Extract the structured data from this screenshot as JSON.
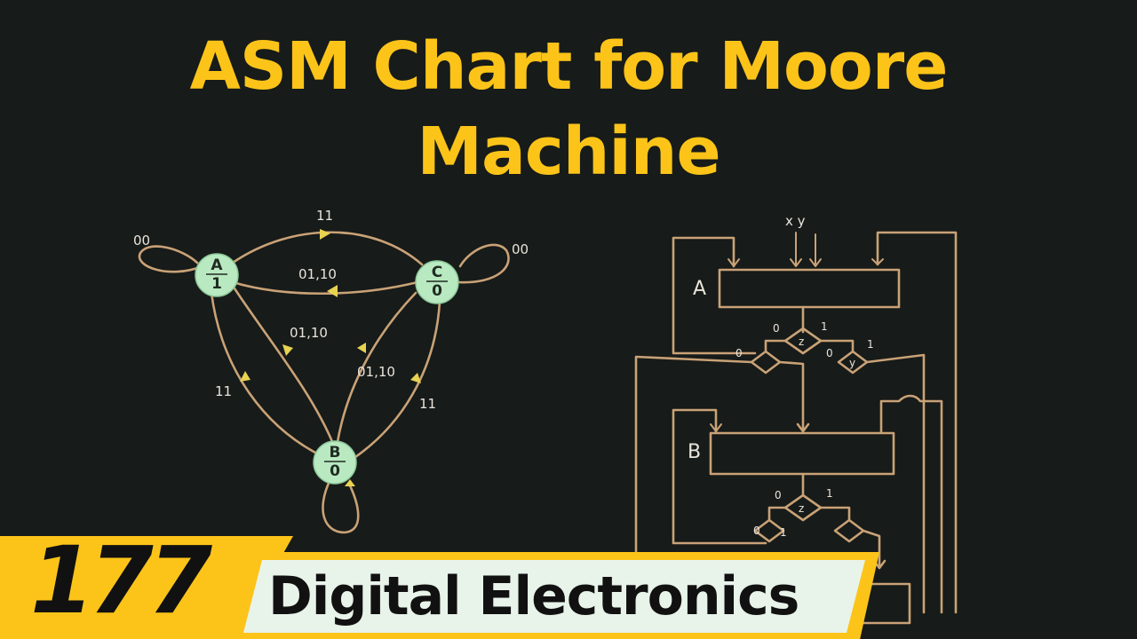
{
  "title": {
    "line1": "ASM Chart for Moore",
    "line2": "Machine"
  },
  "state_diagram": {
    "states": [
      {
        "name": "A",
        "output": "1"
      },
      {
        "name": "C",
        "output": "0"
      },
      {
        "name": "B",
        "output": "0"
      }
    ],
    "labels": {
      "a_self": "00",
      "c_self": "00",
      "a_to_c": "11",
      "c_to_a": "01,10",
      "a_to_b": "01,10",
      "b_to_c": "01,10",
      "b_to_a": "11",
      "c_to_b": "11"
    }
  },
  "asm_chart": {
    "inputs": "x y",
    "state_a": "A",
    "state_b": "B",
    "decisions": [
      "z",
      "y",
      "z"
    ],
    "branch_labels": [
      "0",
      "1",
      "0",
      "0",
      "1",
      "0",
      "1",
      "0",
      "1"
    ]
  },
  "banner": {
    "episode": "177",
    "series": "Digital Electronics"
  },
  "colors": {
    "title": "#fcc419",
    "background": "#171b19",
    "node_fill": "#b9e9c0",
    "banner": "#fcc419"
  }
}
